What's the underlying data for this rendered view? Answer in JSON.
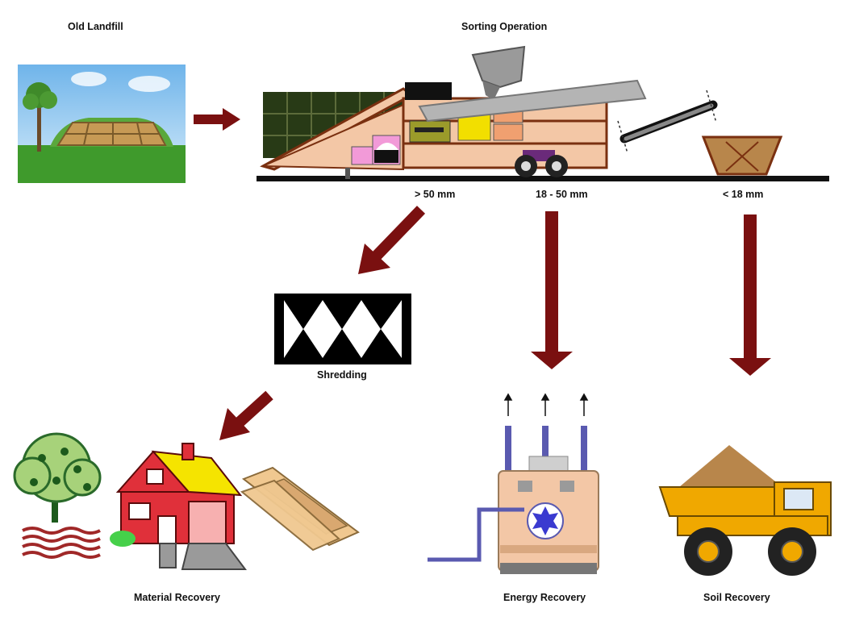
{
  "labels": {
    "old_landfill": "Old Landfill",
    "sorting_operation": "Sorting Operation",
    "size_large": "> 50 mm",
    "size_medium": "18 - 50 mm",
    "size_small": "< 18 mm",
    "shredding": "Shredding",
    "material_recovery": "Material Recovery",
    "energy_recovery": "Energy Recovery",
    "soil_recovery": "Soil Recovery"
  },
  "colors": {
    "arrow": "#7a1010",
    "soil": "#b8864b",
    "truck": "#f0a800",
    "house": "#e0303a",
    "roof": "#f5e400",
    "plant": "#f3c7a6",
    "plant_pipe": "#5a5ab0"
  }
}
